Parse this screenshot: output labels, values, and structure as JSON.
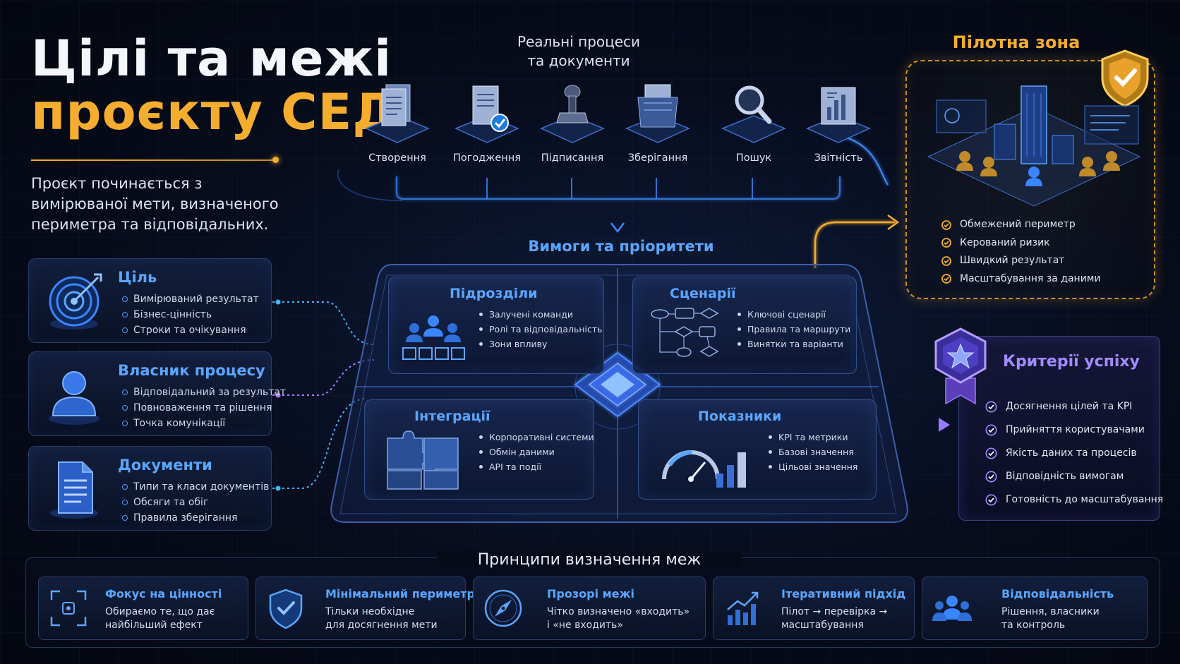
{
  "title": {
    "line1": "Цілі та межі",
    "line2": "проєкту СЕД"
  },
  "intro": "Проєкт починається з вимірюваної мети, визначеного периметра та відповідальних.",
  "left_cards": [
    {
      "title": "Ціль",
      "items": [
        "Вимірюваний результат",
        "Бізнес-цінність",
        "Строки та очікування"
      ]
    },
    {
      "title": "Власник процесу",
      "items": [
        "Відповідальний за результат",
        "Повноваження та рішення",
        "Точка комунікації"
      ]
    },
    {
      "title": "Документи",
      "items": [
        "Типи та класи документів",
        "Обсяги та обіг",
        "Правила зберігання"
      ]
    }
  ],
  "process": {
    "title_line1": "Реальні процеси",
    "title_line2": "та документи",
    "steps": [
      "Створення",
      "Погодження",
      "Підписання",
      "Зберігання",
      "Пошук",
      "Звітність"
    ]
  },
  "requirements_title": "Вимоги та пріоритети",
  "quadrants": {
    "units": {
      "title": "Підрозділи",
      "items": [
        "Залучені команди",
        "Ролі та відповідальність",
        "Зони впливу"
      ]
    },
    "scenarios": {
      "title": "Сценарії",
      "items": [
        "Ключові сценарії",
        "Правила та маршрути",
        "Винятки та варіанти"
      ]
    },
    "integrations": {
      "title": "Інтеграції",
      "items": [
        "Корпоративні системи",
        "Обмін даними",
        "API та події"
      ]
    },
    "metrics": {
      "title": "Показники",
      "items": [
        "KPI та метрики",
        "Базові значення",
        "Цільові значення"
      ]
    }
  },
  "pilot": {
    "title": "Пілотна зона",
    "items": [
      "Обмежений периметр",
      "Керований ризик",
      "Швидкий результат",
      "Масштабування за даними"
    ]
  },
  "success": {
    "title": "Критерії успіху",
    "items": [
      "Досягнення цілей та KPI",
      "Прийняття користувачами",
      "Якість даних та процесів",
      "Відповідність вимогам",
      "Готовність до масштабування"
    ]
  },
  "principles": {
    "title": "Принципи визначення меж",
    "cards": [
      {
        "title": "Фокус на цінності",
        "line1": "Обираємо те, що дає",
        "line2": "найбільший ефект"
      },
      {
        "title": "Мінімальний периметр",
        "line1": "Тільки необхідне",
        "line2": "для досягнення мети"
      },
      {
        "title": "Прозорі межі",
        "line1": "Чітко визначено «входить»",
        "line2": "і «не входить»"
      },
      {
        "title": "Ітеративний підхід",
        "line1": "Пілот → перевірка →",
        "line2": "масштабування"
      },
      {
        "title": "Відповідальність",
        "line1": "Рішення, власники",
        "line2": "та контроль"
      }
    ]
  },
  "colors": {
    "accent_gold": "#f4ad2f",
    "accent_blue": "#5aa6ff",
    "accent_violet": "#a38bff"
  }
}
